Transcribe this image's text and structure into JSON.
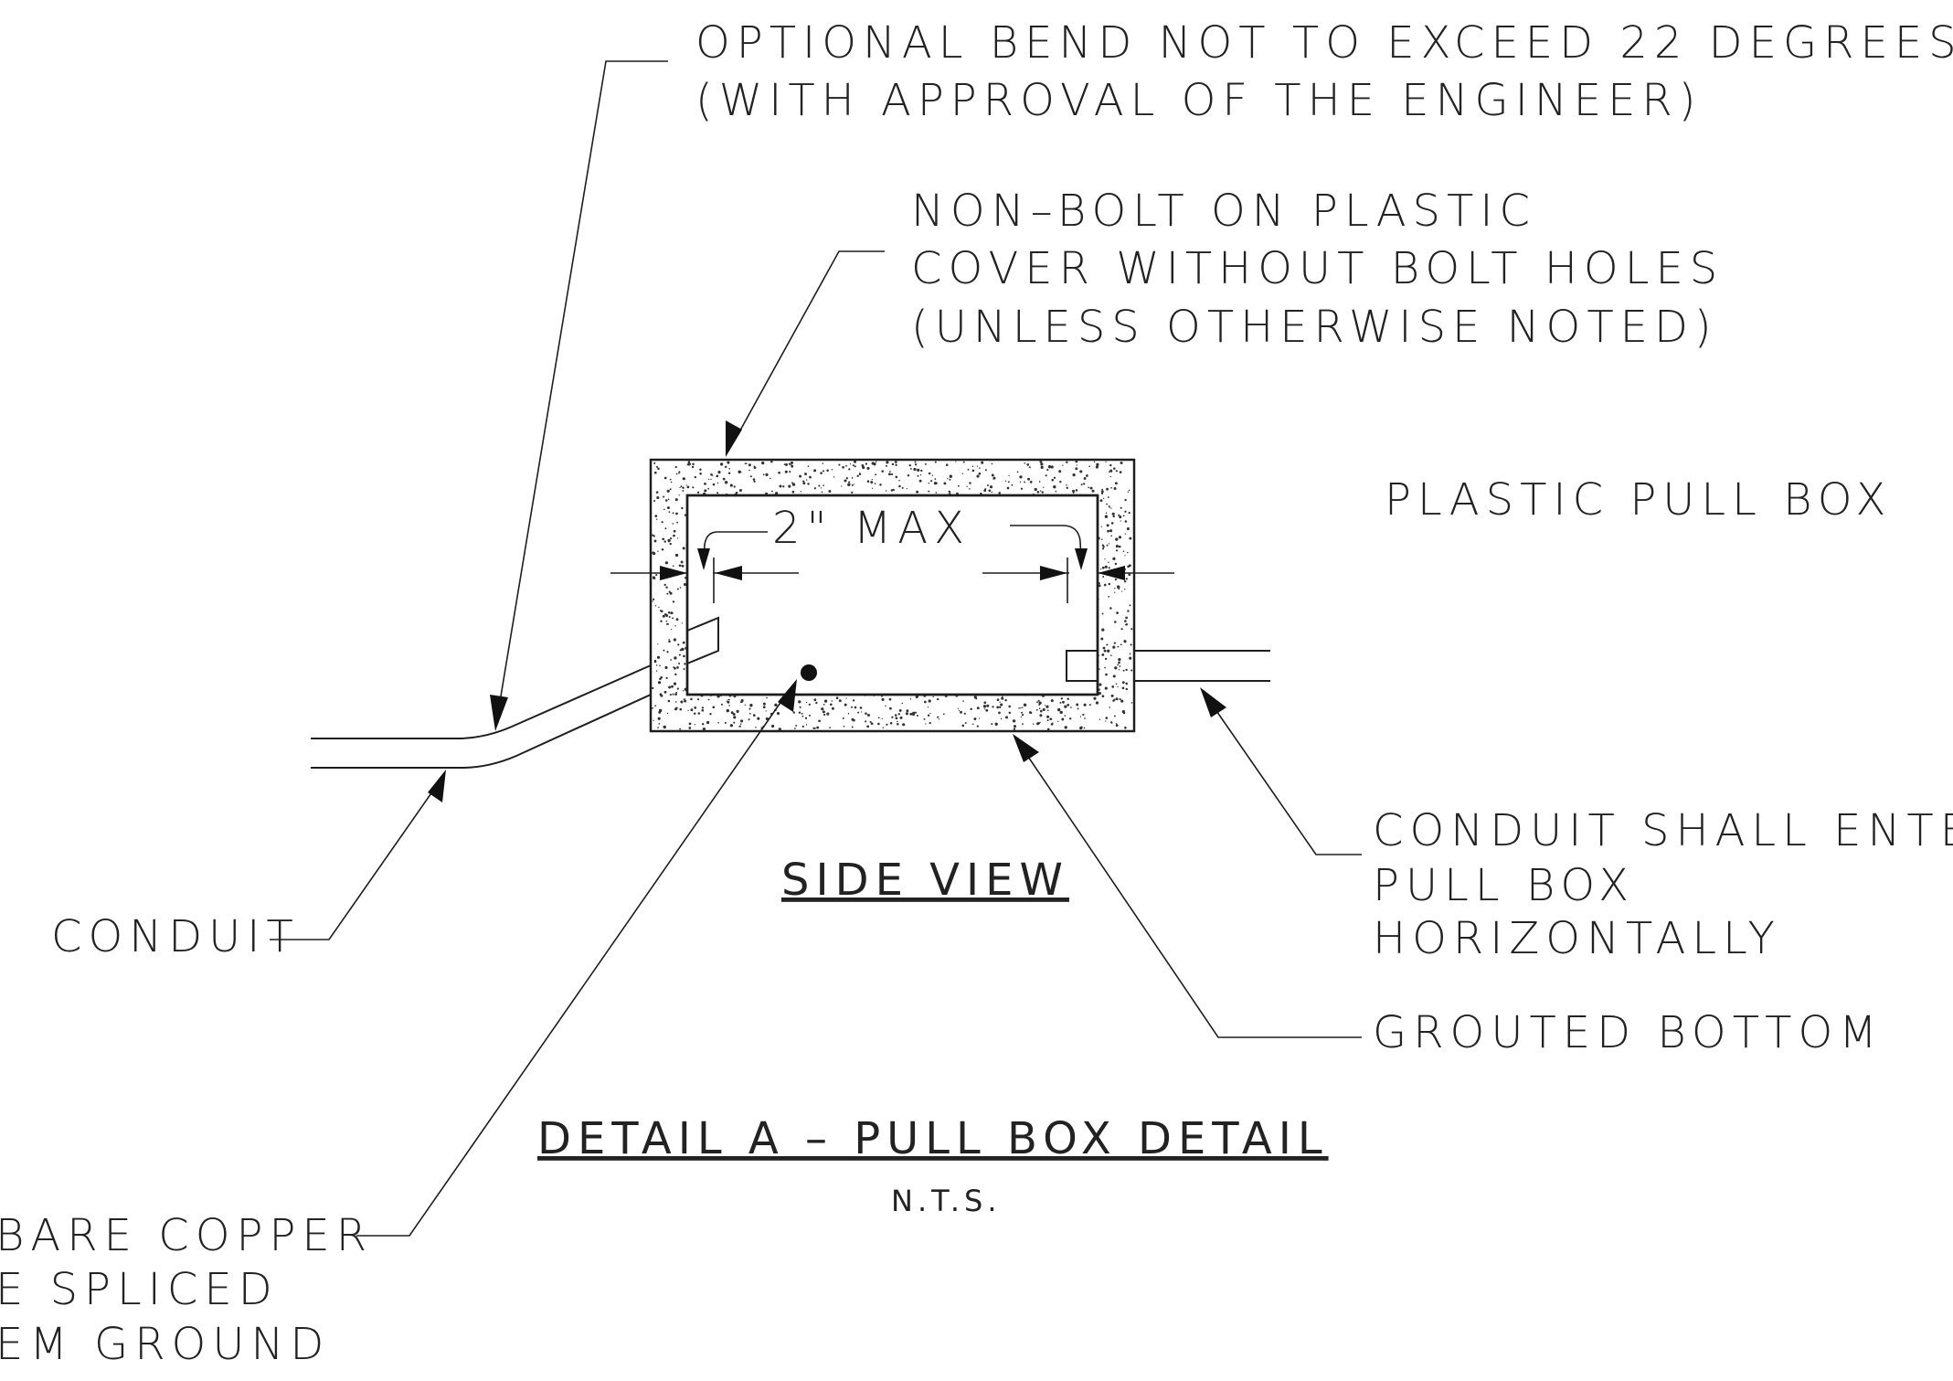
{
  "title": "DETAIL A – PULL BOX DETAIL",
  "scale_note": "N.T.S.",
  "view_label": "SIDE VIEW",
  "box_type": "PLASTIC PULL BOX",
  "bend_note": {
    "line1": "OPTIONAL BEND NOT TO EXCEED 22 DEGREES",
    "line2": "(WITH APPROVAL OF THE ENGINEER)"
  },
  "cover_note": {
    "line1": "NON–BOLT ON PLASTIC",
    "line2": "COVER WITHOUT BOLT HOLES",
    "line3": "(UNLESS OTHERWISE NOTED)"
  },
  "dimension": "2\" MAX",
  "conduit_label": "CONDUIT",
  "entry_note": {
    "line1": "CONDUIT SHALL ENTER",
    "line2": "PULL BOX",
    "line3": "HORIZONTALLY"
  },
  "bottom_label": "GROUTED BOTTOM",
  "ground_note": {
    "line1": "BARE COPPER",
    "line2": "E SPLICED",
    "line3": "EM GROUND"
  },
  "colors": {
    "ink": "#222222",
    "paper": "#ffffff",
    "stipple": "#333333"
  }
}
